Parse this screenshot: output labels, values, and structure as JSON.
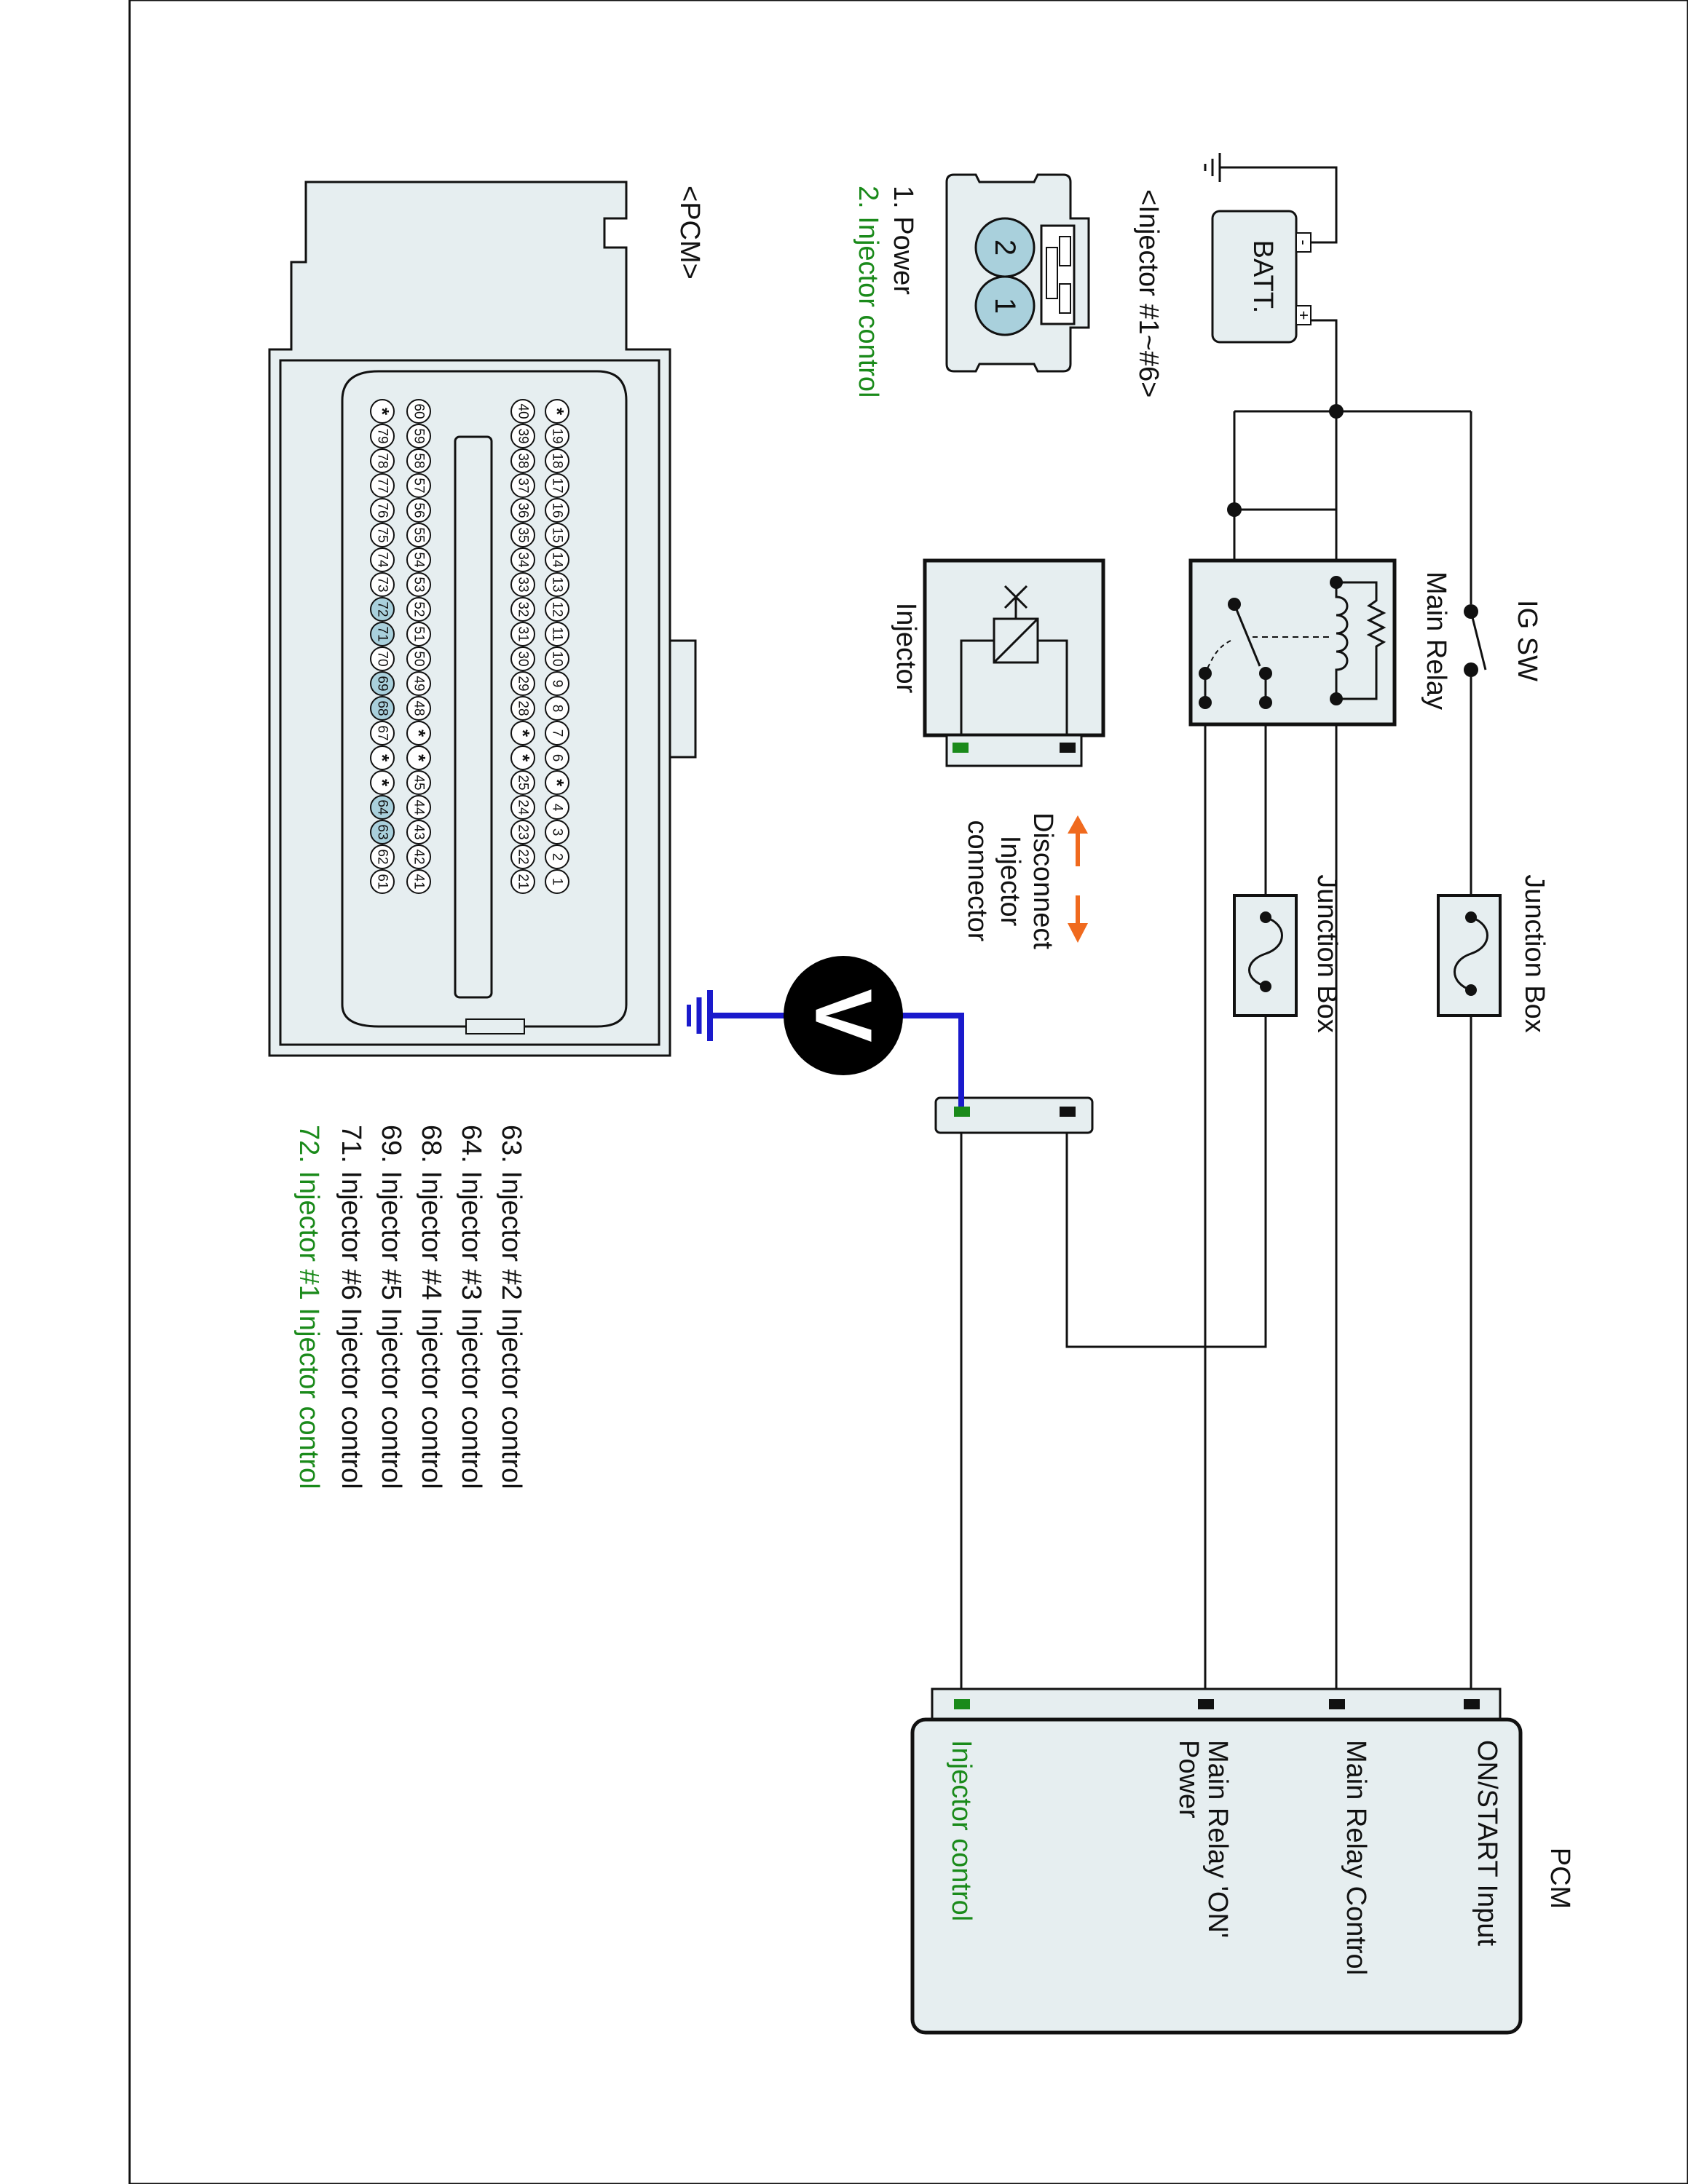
{
  "battery": {
    "label": "BATT.",
    "minus": "-",
    "plus": "+"
  },
  "switch": {
    "label": "IG SW"
  },
  "main_relay": {
    "label": "Main Relay"
  },
  "junction_box_1": {
    "label": "Junction Box"
  },
  "junction_box_2": {
    "label": "Junction Box"
  },
  "injector_block": {
    "label": "Injector"
  },
  "disconnect": {
    "line1": "Disconnect",
    "line2": "Injector",
    "line3": "connector"
  },
  "meter": {
    "symbol": "V"
  },
  "pcm_block": {
    "title": "PCM",
    "terminals": [
      "ON/START Input",
      "Main Relay Control",
      "Main Relay 'ON'",
      "Power",
      "Injector control"
    ]
  },
  "injector_connector": {
    "title": "<Injector #1~#6>",
    "pin1": "1",
    "pin2": "2",
    "legend": [
      "1. Power",
      "2. Injector control"
    ]
  },
  "pcm_connector": {
    "title": "<PCM>",
    "row1": [
      "*",
      "19",
      "18",
      "17",
      "16",
      "15",
      "14",
      "13",
      "12",
      "11",
      "10",
      "9",
      "8",
      "7",
      "6",
      "*",
      "4",
      "3",
      "2",
      "1"
    ],
    "row2": [
      "40",
      "39",
      "38",
      "37",
      "36",
      "35",
      "34",
      "33",
      "32",
      "31",
      "30",
      "29",
      "28",
      "*",
      "*",
      "25",
      "24",
      "23",
      "22",
      "21"
    ],
    "row3": [
      "60",
      "59",
      "58",
      "57",
      "56",
      "55",
      "54",
      "53",
      "52",
      "51",
      "50",
      "49",
      "48",
      "*",
      "*",
      "45",
      "44",
      "43",
      "42",
      "41"
    ],
    "row4": [
      "*",
      "79",
      "78",
      "77",
      "76",
      "75",
      "74",
      "73",
      "72",
      "71",
      "70",
      "69",
      "68",
      "67",
      "*",
      "*",
      "64",
      "63",
      "62",
      "61"
    ],
    "highlighted": [
      "72",
      "71",
      "69",
      "68",
      "64",
      "63"
    ],
    "legend": [
      "63. Injector #2 Injector control",
      "64. Injector #3 Injector control",
      "68. Injector #4 Injector control",
      "69. Injector #5 Injector control",
      "71. Injector #6 Injector control",
      "72. Injector #1 Injector control"
    ]
  },
  "colors": {
    "green": "#1a8a1a",
    "orange": "#f06a1e",
    "blue": "#1a1acc",
    "fill": "#e6eef0",
    "pin_highlight": "#a9d0dc"
  }
}
